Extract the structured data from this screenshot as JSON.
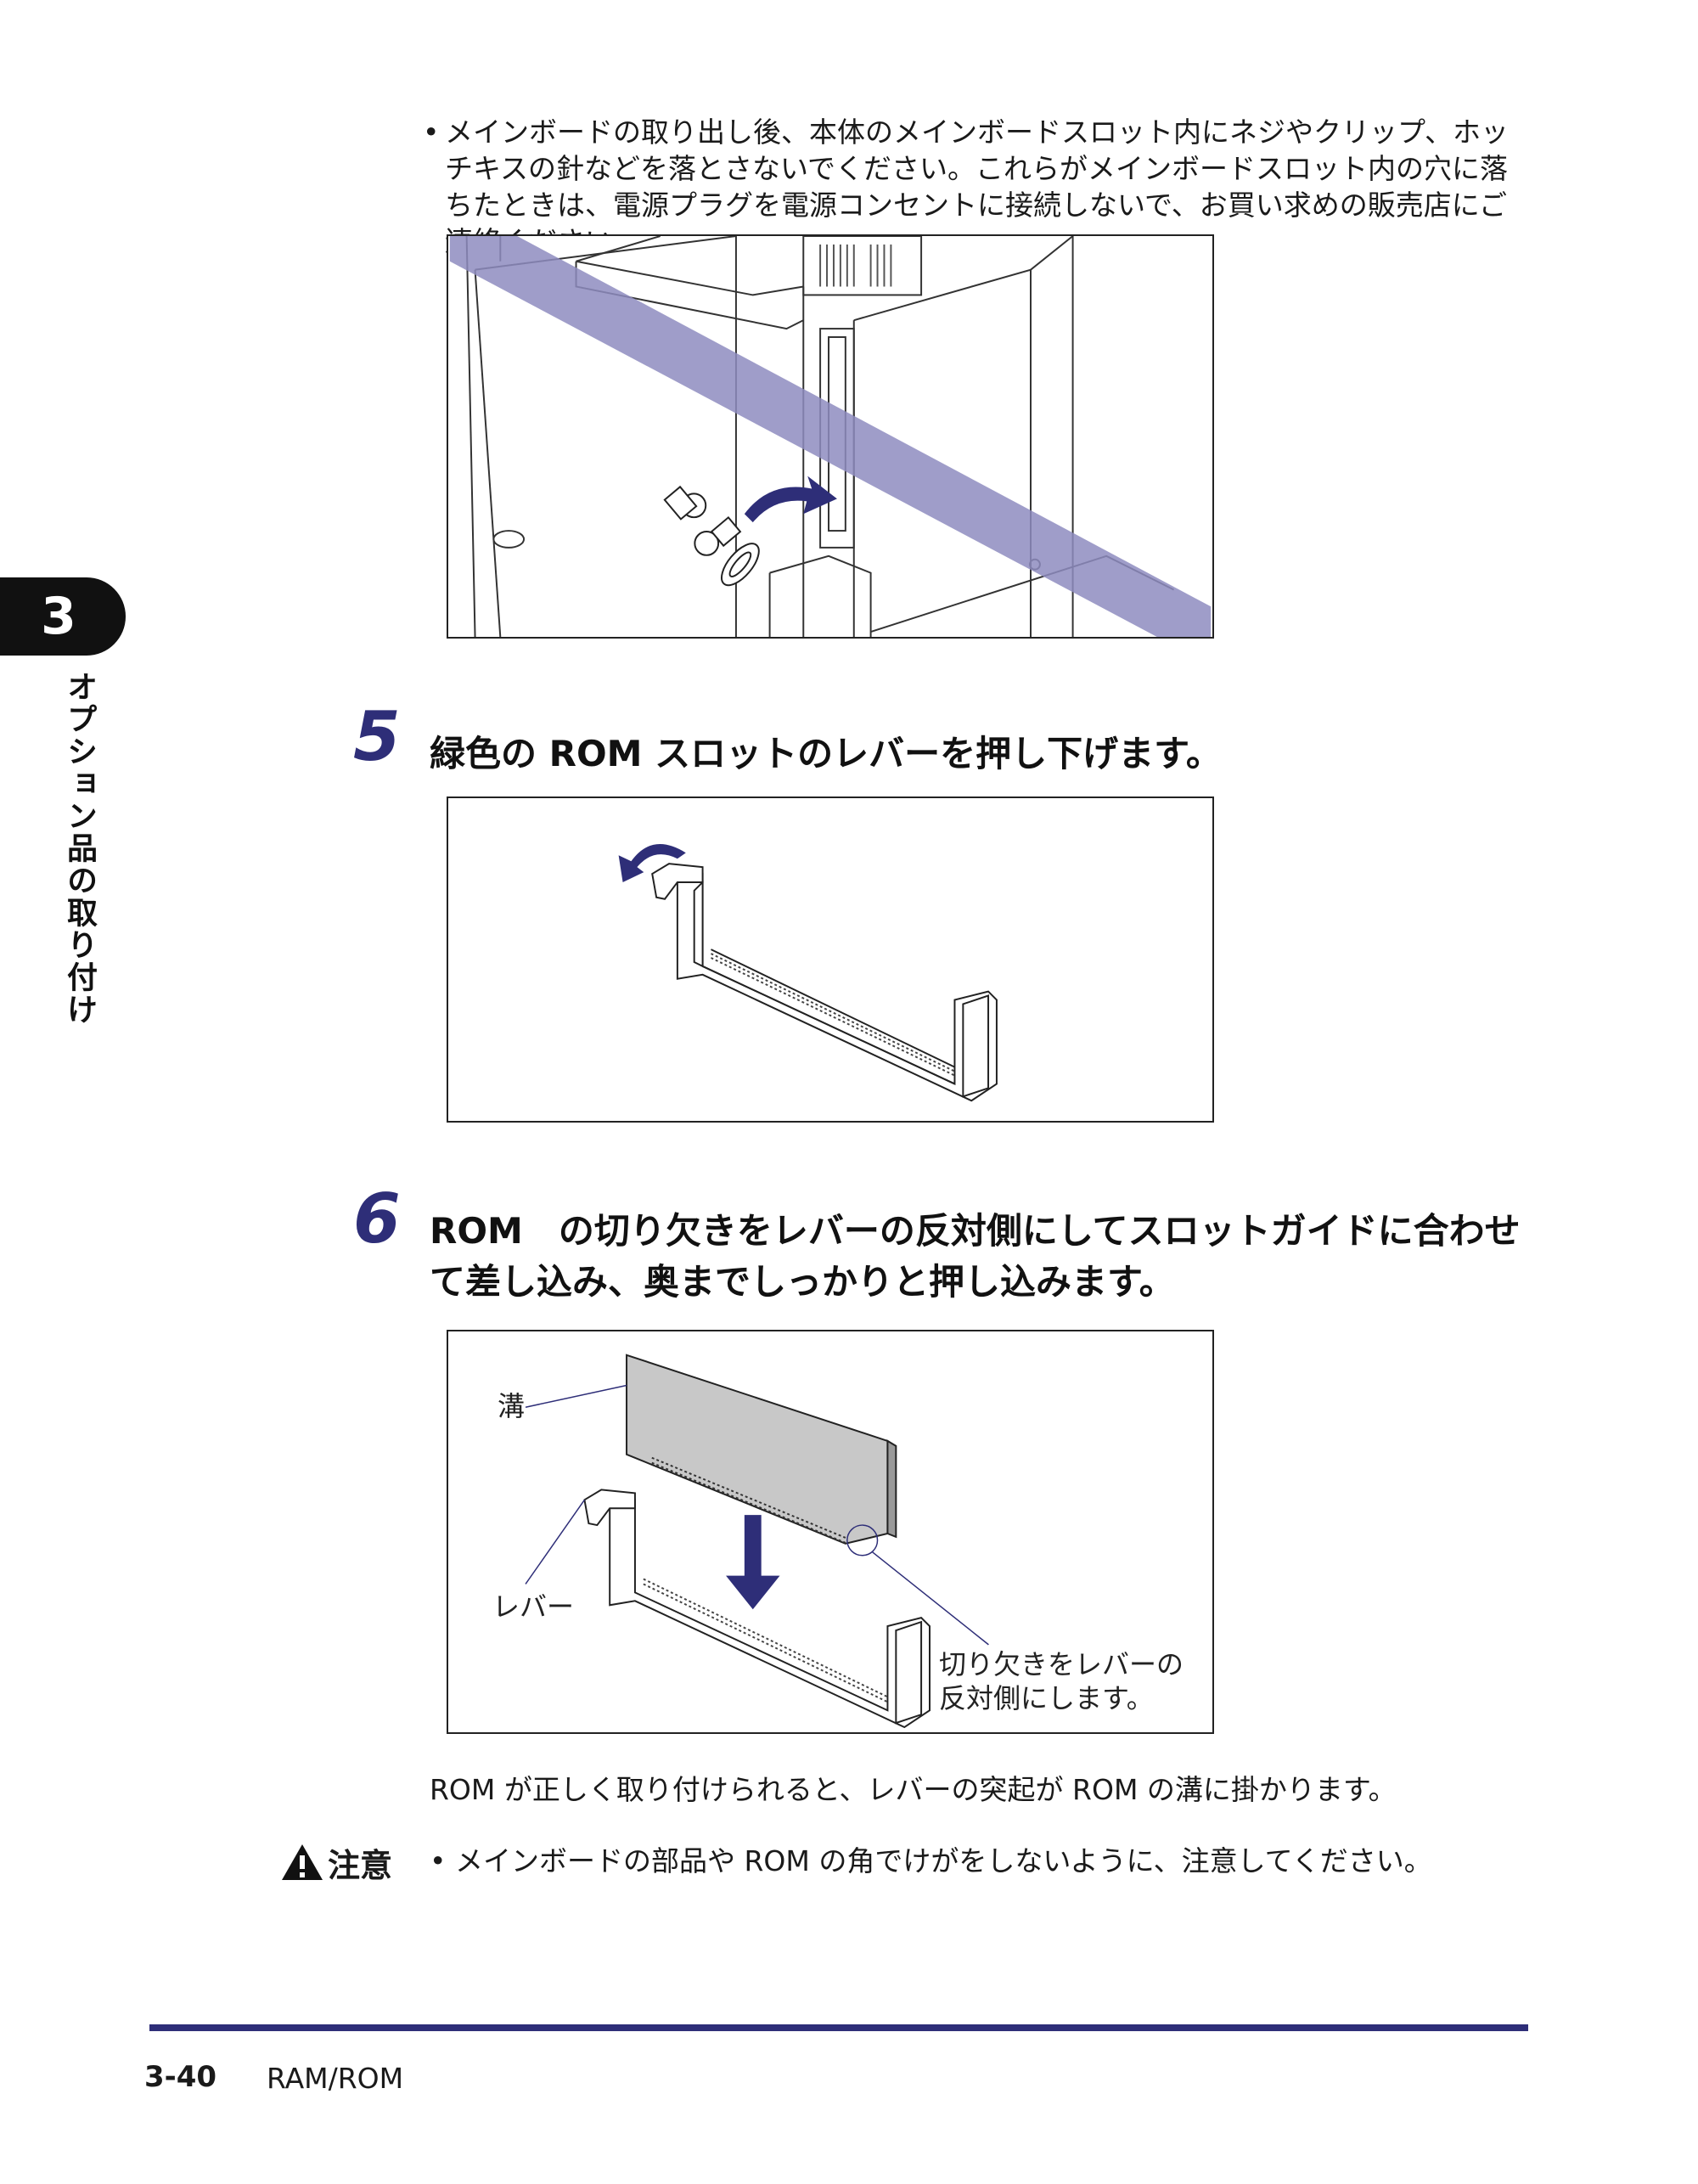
{
  "chapter": {
    "number": "3",
    "title": "オプション品の取り付け"
  },
  "intro_bullet": {
    "marker": "•",
    "text": "メインボードの取り出し後、本体のメインボードスロット内にネジやクリップ、ホッチキスの針などを落とさないでください。これらがメインボードスロット内の穴に落ちたときは、電源プラグを電源コンセントに接続しないで、お買い求めの販売店にご連絡ください。"
  },
  "steps": [
    {
      "number": "5",
      "text": "緑色の ROM スロットのレバーを押し下げます。"
    },
    {
      "number": "6",
      "text": "ROM　の切り欠きをレバーの反対側にしてスロットガイドに合わせて差し込み、奥までしっかりと押し込みます。"
    }
  ],
  "figure3_labels": {
    "groove": "溝",
    "lever": "レバー",
    "notch_line1": "切り欠きをレバーの",
    "notch_line2": "反対側にします。"
  },
  "result_text": "ROM が正しく取り付けられると、レバーの突起が ROM の溝に掛かります。",
  "caution": {
    "label": "注意",
    "marker": "•",
    "text": "メインボードの部品や ROM の角でけがをしないように、注意してください。"
  },
  "footer": {
    "page": "3-40",
    "title": "RAM/ROM"
  },
  "colors": {
    "accent": "#2e2e78",
    "prohibit_band": "#8e8cc0",
    "arrow": "#2e2e78"
  }
}
